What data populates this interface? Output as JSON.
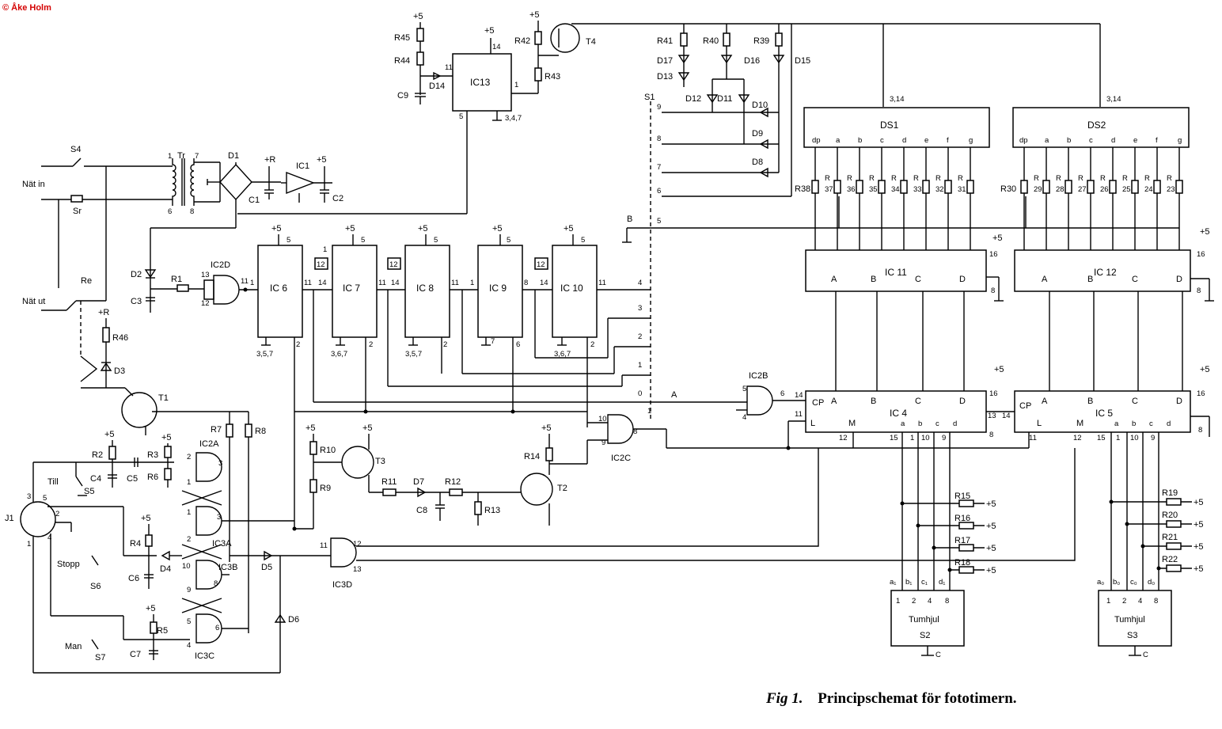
{
  "copyright": "© Åke Holm",
  "caption": {
    "figure": "Fig 1.",
    "text": "Principschemat för fototimern."
  },
  "labels": {
    "ic13": "IC13",
    "ic6": "IC 6",
    "ic7": "IC 7",
    "ic8": "IC 8",
    "ic9": "IC 9",
    "ic10": "IC 10",
    "ic11": "IC 11",
    "ic12": "IC 12",
    "ic4": "IC 4",
    "ic5": "IC 5",
    "ic1": "IC1",
    "ic2d": "IC2D",
    "ic2b": "IC2B",
    "ic2c": "IC2C",
    "ic2a": "IC2A",
    "ic3a": "IC3A",
    "ic3b": "IC3B",
    "ic3c": "IC3C",
    "ic3d": "IC3D",
    "ds1": "DS1",
    "ds2": "DS2",
    "t1": "T1",
    "t2": "T2",
    "t3": "T3",
    "t4": "T4",
    "j1": "J1",
    "s1": "S1",
    "s2": "S2",
    "s3": "S3",
    "s4": "S4",
    "s5": "S5",
    "s6": "S6",
    "s7": "S7",
    "nat_in": "Nät in",
    "nat_ut": "Nät ut",
    "re": "Re",
    "sr": "Sr",
    "tr": "Tr",
    "till": "Till",
    "stopp": "Stopp",
    "man": "Man",
    "tumhjul": "Tumhjul",
    "r1": "R1",
    "r2": "R2",
    "r3": "R3",
    "r4": "R4",
    "r5": "R5",
    "r6": "R6",
    "r7": "R7",
    "r8": "R8",
    "r9": "R9",
    "r10": "R10",
    "r11": "R11",
    "r12": "R12",
    "r13": "R13",
    "r14": "R14",
    "r15": "R15",
    "r16": "R16",
    "r17": "R17",
    "r18": "R18",
    "r19": "R19",
    "r20": "R20",
    "r21": "R21",
    "r22": "R22",
    "r23": "23",
    "r24": "24",
    "r25": "25",
    "r26": "26",
    "r27": "27",
    "r28": "28",
    "r29": "29",
    "r30": "R30",
    "r31": "31",
    "r32": "32",
    "r33": "33",
    "r34": "34",
    "r35": "35",
    "r36": "36",
    "r37": "37",
    "r38": "R38",
    "r39": "R39",
    "r40": "R40",
    "r41": "R41",
    "r42": "R42",
    "r43": "R43",
    "r44": "R44",
    "r45": "R45",
    "r46": "R46",
    "d1": "D1",
    "d2": "D2",
    "d3": "D3",
    "d4": "D4",
    "d5": "D5",
    "d6": "D6",
    "d7": "D7",
    "d8": "D8",
    "d9": "D9",
    "d10": "D10",
    "d11": "D11",
    "d12": "D12",
    "d13": "D13",
    "d14": "D14",
    "d15": "D15",
    "d16": "D16",
    "d17": "D17",
    "c1": "C1",
    "c2": "C2",
    "c3": "C3",
    "c4": "C4",
    "c5": "C5",
    "c6": "C6",
    "c7": "C7",
    "c8": "C8",
    "c9": "C9",
    "plus5": "+5",
    "plusR": "+R",
    "node_a": "A",
    "node_b": "B",
    "r_prefix": "R",
    "cp": "CP",
    "pin_l": "L",
    "pin_m": "M",
    "pin_dp": "dp",
    "seg_a": "a",
    "seg_b": "b",
    "seg_c": "c",
    "seg_d": "d",
    "seg_e": "e",
    "seg_f": "f",
    "seg_g": "g",
    "in_a": "A",
    "in_b": "B",
    "in_c": "C",
    "in_d": "D",
    "a1": "a₁",
    "b1": "b₁",
    "c1s": "c₁",
    "d1s": "d₁",
    "a0": "a₀",
    "b0": "b₀",
    "c0": "c₀",
    "d0": "d₀",
    "w1": "1",
    "w2": "2",
    "w4": "4",
    "w8": "8",
    "pins_3_14": "3,14",
    "pins_3_4_7": "3,4,7",
    "pins_3_6_7": "3,6,7",
    "pins_3_5_7": "3,5,7"
  },
  "colors": {
    "ink": "#000000",
    "copyright": "#d40000",
    "paper": "#ffffff"
  }
}
